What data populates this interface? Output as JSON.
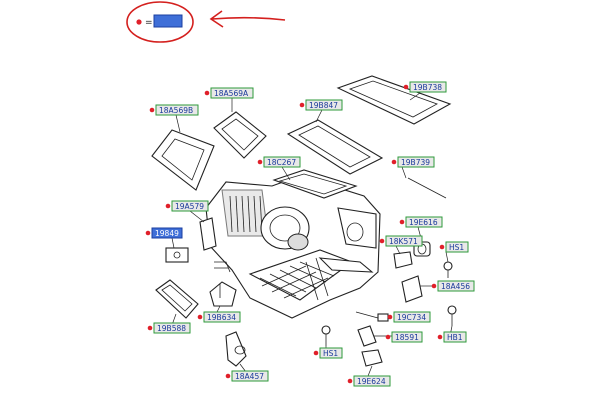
{
  "annotation": {
    "legend_symbol": "=",
    "highlight_color": "#3f6fd8",
    "circle_color": "#d4201e",
    "arrow_color": "#d4201e"
  },
  "labels": [
    {
      "id": "l1",
      "text": "19B738",
      "style": "normal",
      "dot": true
    },
    {
      "id": "l2",
      "text": "18A569A",
      "style": "normal",
      "dot": true
    },
    {
      "id": "l3",
      "text": "18A569B",
      "style": "normal",
      "dot": true
    },
    {
      "id": "l4",
      "text": "19B847",
      "style": "normal",
      "dot": true
    },
    {
      "id": "l5",
      "text": "18C267",
      "style": "normal",
      "dot": true
    },
    {
      "id": "l6",
      "text": "19B739",
      "style": "normal",
      "dot": true
    },
    {
      "id": "l7",
      "text": "19A579",
      "style": "normal",
      "dot": true
    },
    {
      "id": "l8",
      "text": "19E616",
      "style": "normal",
      "dot": true
    },
    {
      "id": "l9",
      "text": "19849",
      "style": "blue",
      "dot": true
    },
    {
      "id": "l10",
      "text": "18K571",
      "style": "normal",
      "dot": true
    },
    {
      "id": "l11",
      "text": "HS1",
      "style": "normal",
      "dot": true
    },
    {
      "id": "l12",
      "text": "18A456",
      "style": "normal",
      "dot": true
    },
    {
      "id": "l13",
      "text": "19B634",
      "style": "normal",
      "dot": true
    },
    {
      "id": "l14",
      "text": "19B588",
      "style": "normal",
      "dot": true
    },
    {
      "id": "l15",
      "text": "19C734",
      "style": "normal",
      "dot": true
    },
    {
      "id": "l16",
      "text": "HB1",
      "style": "normal",
      "dot": true
    },
    {
      "id": "l17",
      "text": "18591",
      "style": "normal",
      "dot": true
    },
    {
      "id": "l18",
      "text": "HS1",
      "style": "normal",
      "dot": true
    },
    {
      "id": "l19",
      "text": "19E624",
      "style": "normal",
      "dot": true
    },
    {
      "id": "l20",
      "text": "18A457",
      "style": "normal",
      "dot": true
    }
  ]
}
